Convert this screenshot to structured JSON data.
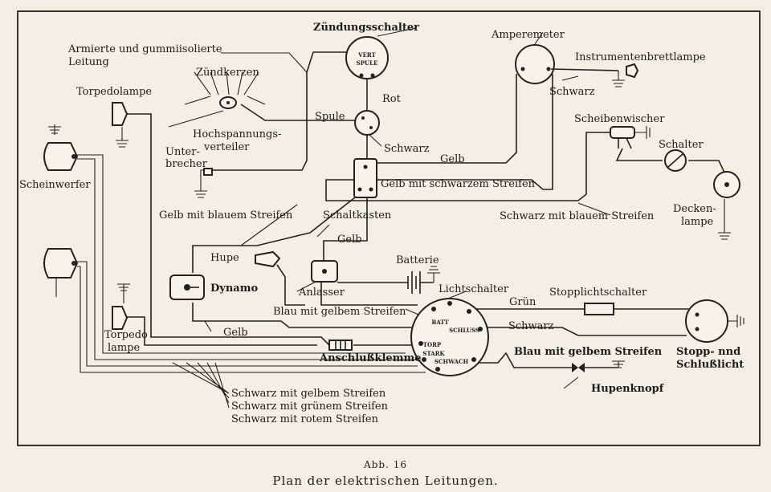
{
  "labels": {
    "zuendungsschalter": "Zündungsschalter",
    "vert": "VERT",
    "spule_inner": "SPULE",
    "amperemeter": "Amperemeter",
    "instrumentenbrettlampe": "Instrumentenbrettlampe",
    "armierte_1": "Armierte und gummiisolierte",
    "armierte_2": "Leitung",
    "zuendkerzen": "Zündkerzen",
    "torpedolampe_top": "Torpedolampe",
    "rot": "Rot",
    "schwarz_amp": "Schwarz",
    "scheibenwischer": "Scheibenwischer",
    "spule": "Spule",
    "hochspannungs_1": "Hochspannungs-",
    "hochspannungs_2": "verteiler",
    "schwarz_spule": "Schwarz",
    "schalter": "Schalter",
    "unterbrecher_1": "Unter-",
    "unterbrecher_2": "brecher",
    "gelb_top": "Gelb",
    "scheinwerfer": "Scheinwerfer",
    "gelb_schwarz": "Gelb mit schwarzem Streifen",
    "deckenlampe_1": "Decken-",
    "deckenlampe_2": "lampe",
    "gelb_blau": "Gelb mit blauem Streifen",
    "schaltkasten": "Schaltkasten",
    "schwarz_blau": "Schwarz mit blauem Streifen",
    "gelb_mid": "Gelb",
    "hupe": "Hupe",
    "batterie": "Batterie",
    "dynamo": "Dynamo",
    "anlasser": "Anlasser",
    "lichtschalter": "Lichtschalter",
    "gruen": "Grün",
    "stopplichtschalter": "Stopplichtschalter",
    "blau_gelb_1": "Blau mit gelbem Streifen",
    "schwarz_right": "Schwarz",
    "gelb_dyn": "Gelb",
    "torpedo_1": "Torpedo",
    "torpedo_2": "lampe",
    "anschlussklemme": "Anschlußklemme",
    "blau_gelb_2": "Blau mit gelbem Streifen",
    "stopp_1": "Stopp- nnd",
    "stopp_2": "Schlußlicht",
    "hupenknopf": "Hupenknopf",
    "batt": "BATT",
    "schluss": "SCHLUSS",
    "torp": "TORP",
    "stark": "STARK",
    "schwach": "SCHWACH",
    "schwarz_gelb": "Schwarz mit gelbem Streifen",
    "schwarz_gruen": "Schwarz mit grünem Streifen",
    "schwarz_rot": "Schwarz mit rotem Streifen"
  },
  "caption": {
    "figure": "Abb. 16",
    "title": "Plan der elektrischen Leitungen."
  }
}
